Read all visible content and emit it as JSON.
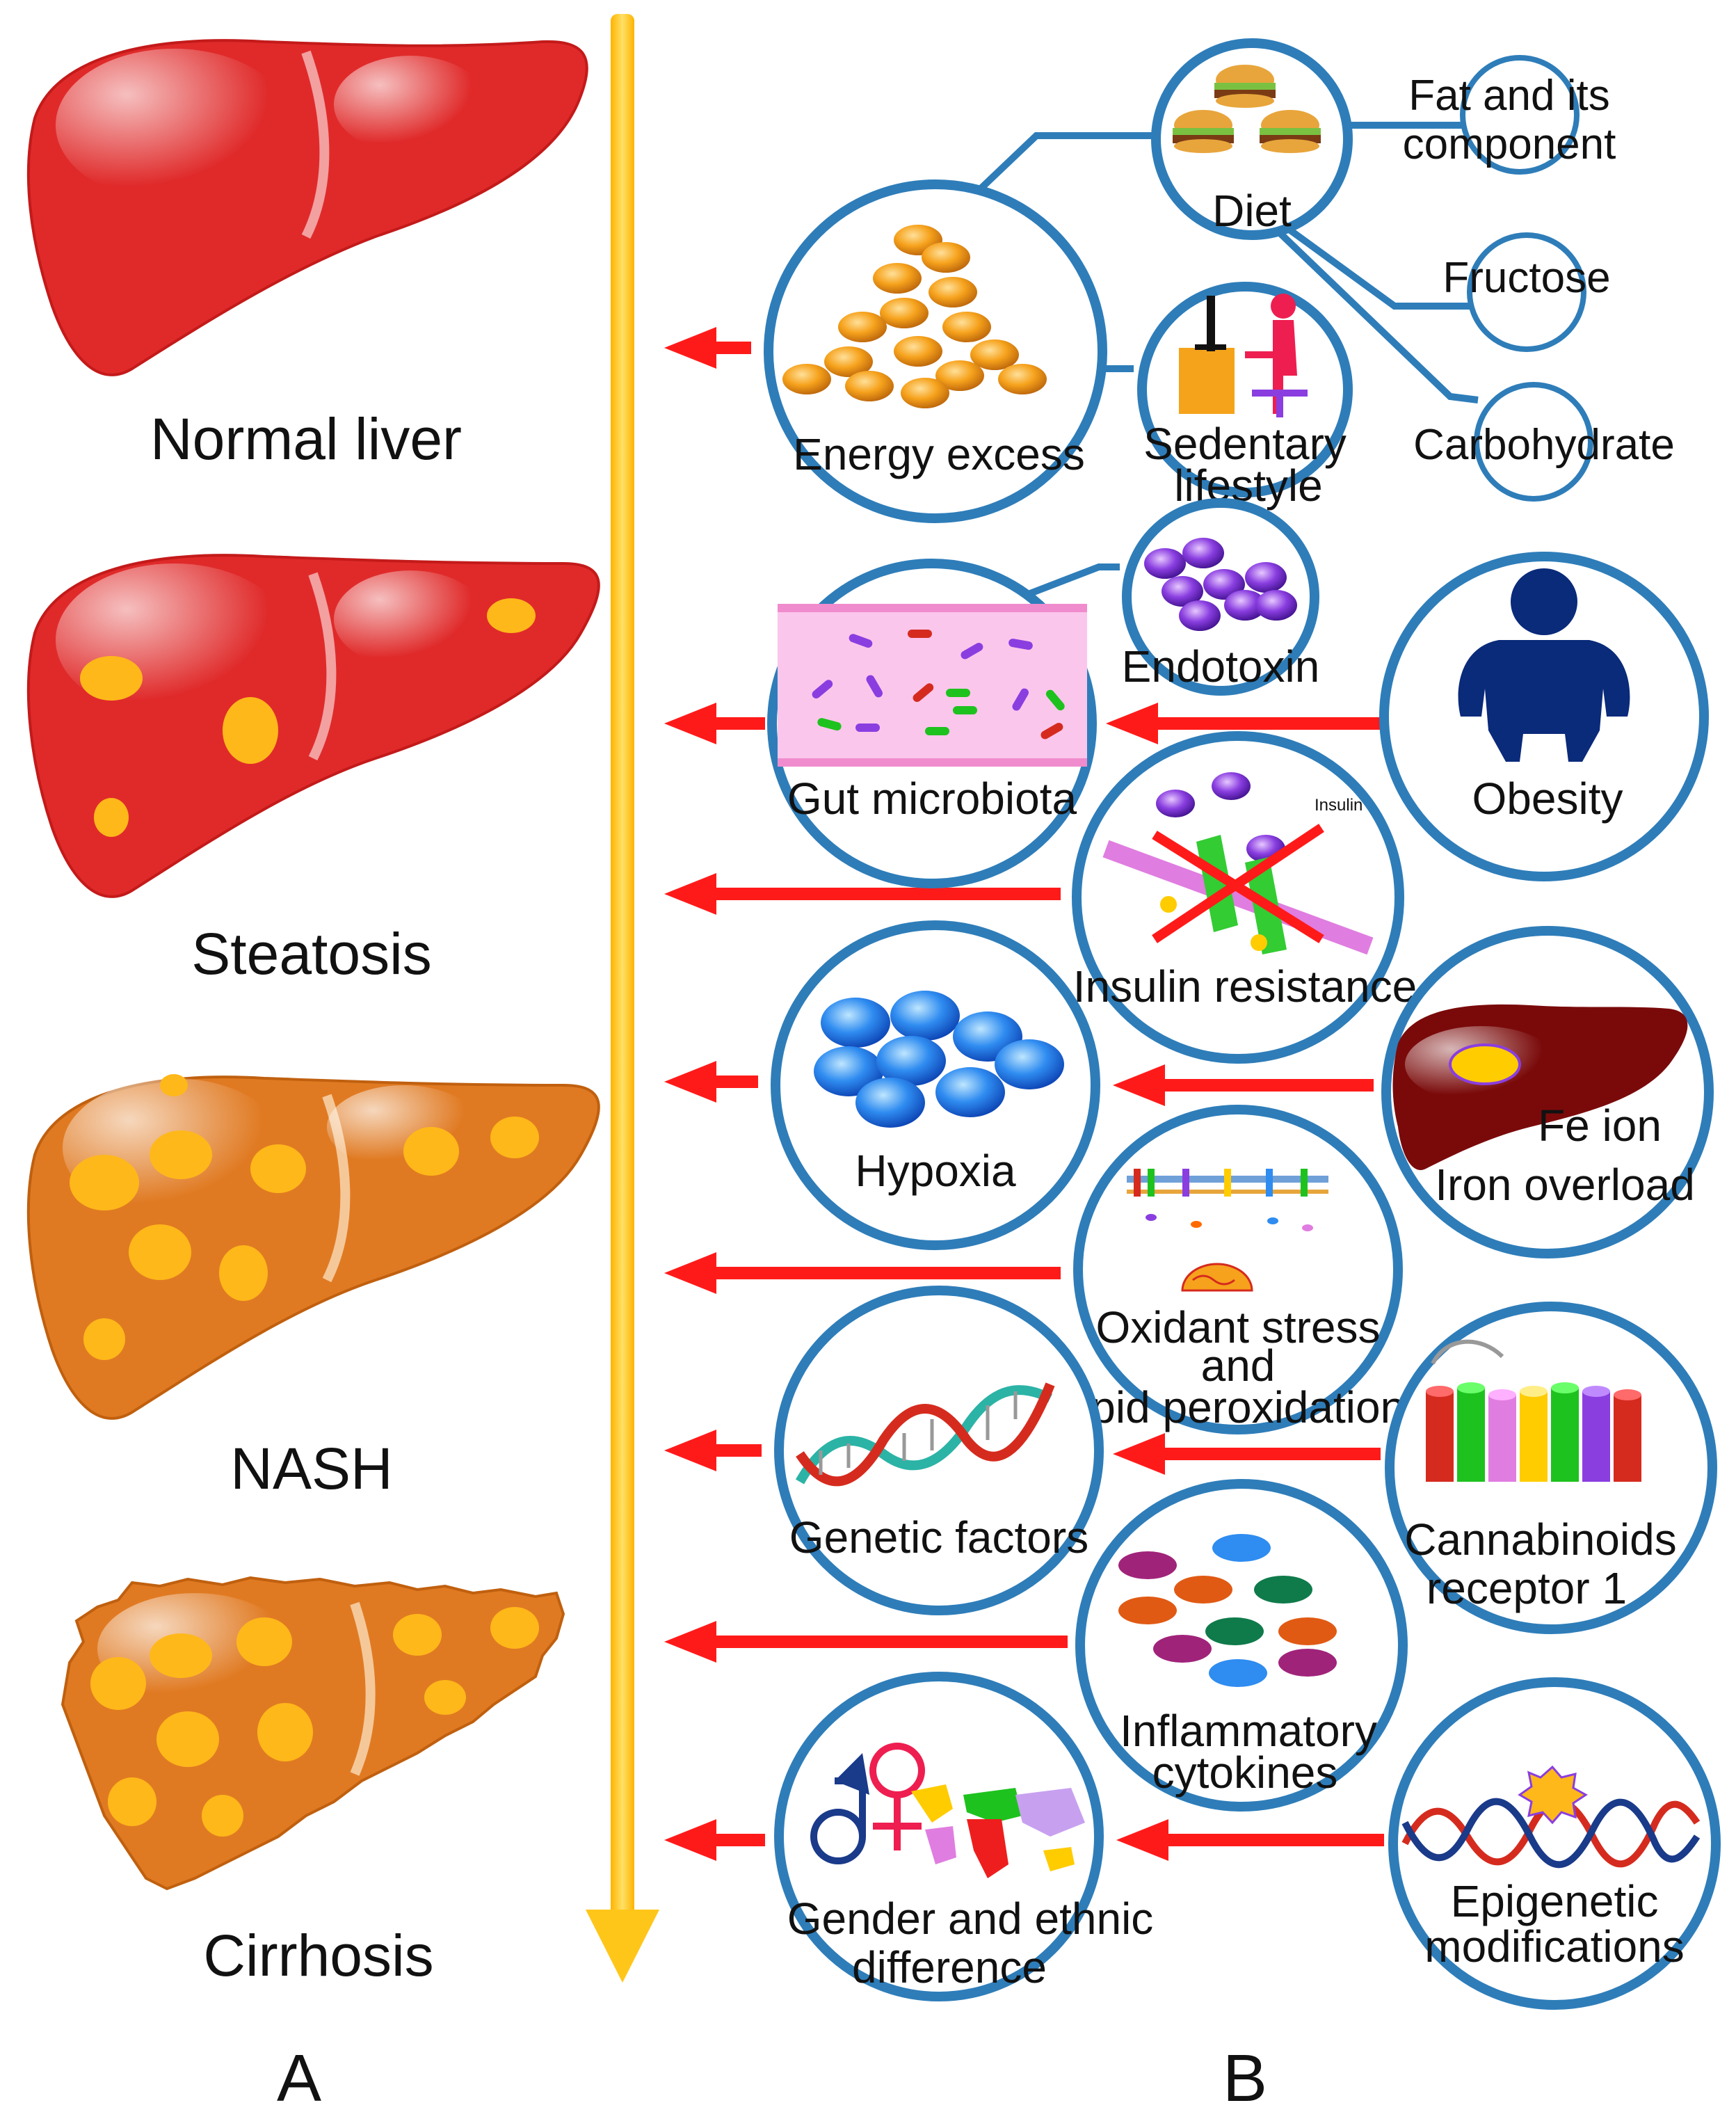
{
  "panel_a": {
    "letter": "A",
    "stages": [
      {
        "label": "Normal liver"
      },
      {
        "label": "Steatosis"
      },
      {
        "label": "NASH"
      },
      {
        "label": "Cirrhosis"
      }
    ]
  },
  "panel_b": {
    "letter": "B",
    "diet": {
      "label": "Diet"
    },
    "fat": {
      "line1": "Fat and its",
      "line2": "component"
    },
    "fructose": {
      "label": "Fructose"
    },
    "carbohydrate": {
      "label": "Carbohydrate"
    },
    "energy_excess": {
      "label": "Energy excess"
    },
    "sedentary": {
      "line1": "Sedentary",
      "line2": "lifestyle"
    },
    "endotoxin": {
      "label": "Endotoxin"
    },
    "gut_microbiota": {
      "label": "Gut microbiota"
    },
    "obesity": {
      "label": "Obesity"
    },
    "insulin_resistance": {
      "label": "Insulin resistance",
      "icon_text": "Insulin"
    },
    "hypoxia": {
      "label": "Hypoxia"
    },
    "iron": {
      "line1": "Fe ion",
      "line2": "Iron overload"
    },
    "oxidant": {
      "line1": "Oxidant stress",
      "line2": "and",
      "line3": "lipid peroxidation"
    },
    "genetic": {
      "label": "Genetic factors"
    },
    "cannabinoids": {
      "line1": "Cannabinoids",
      "line2": "receptor 1"
    },
    "inflammatory": {
      "line1": "Inflammatory",
      "line2": "cytokines"
    },
    "gender": {
      "line1": "Gender and ethnic",
      "line2": "difference"
    },
    "epigenetic": {
      "line1": "Epigenetic",
      "line2": "modifications"
    }
  },
  "colors": {
    "progression_arrow": "#ffc61a",
    "causal_arrow": "#ff1a1a",
    "circle_border": "#2e7db9",
    "normal_liver": "#e02a2a",
    "nash_liver": "#e07a22",
    "fat_spot": "#ffb81a"
  },
  "icons": {
    "diet": "burgers-icon",
    "energy_excess": "fat-globules-icon",
    "sedentary": "person-at-computer-icon",
    "endotoxin": "purple-particles-icon",
    "gut_microbiota": "bacteria-in-vessel-icon",
    "obesity": "obese-person-icon",
    "insulin_resistance": "crossed-receptor-icon",
    "hypoxia": "blue-cells-icon",
    "iron": "liver-with-iron-icon",
    "oxidant": "membrane-peroxidation-icon",
    "genetic": "dna-helix-icon",
    "cannabinoids": "receptor-barrels-icon",
    "inflammatory": "cytokine-particles-icon",
    "gender": "gender-symbols-world-map-icon",
    "epigenetic": "dna-modification-icon"
  }
}
